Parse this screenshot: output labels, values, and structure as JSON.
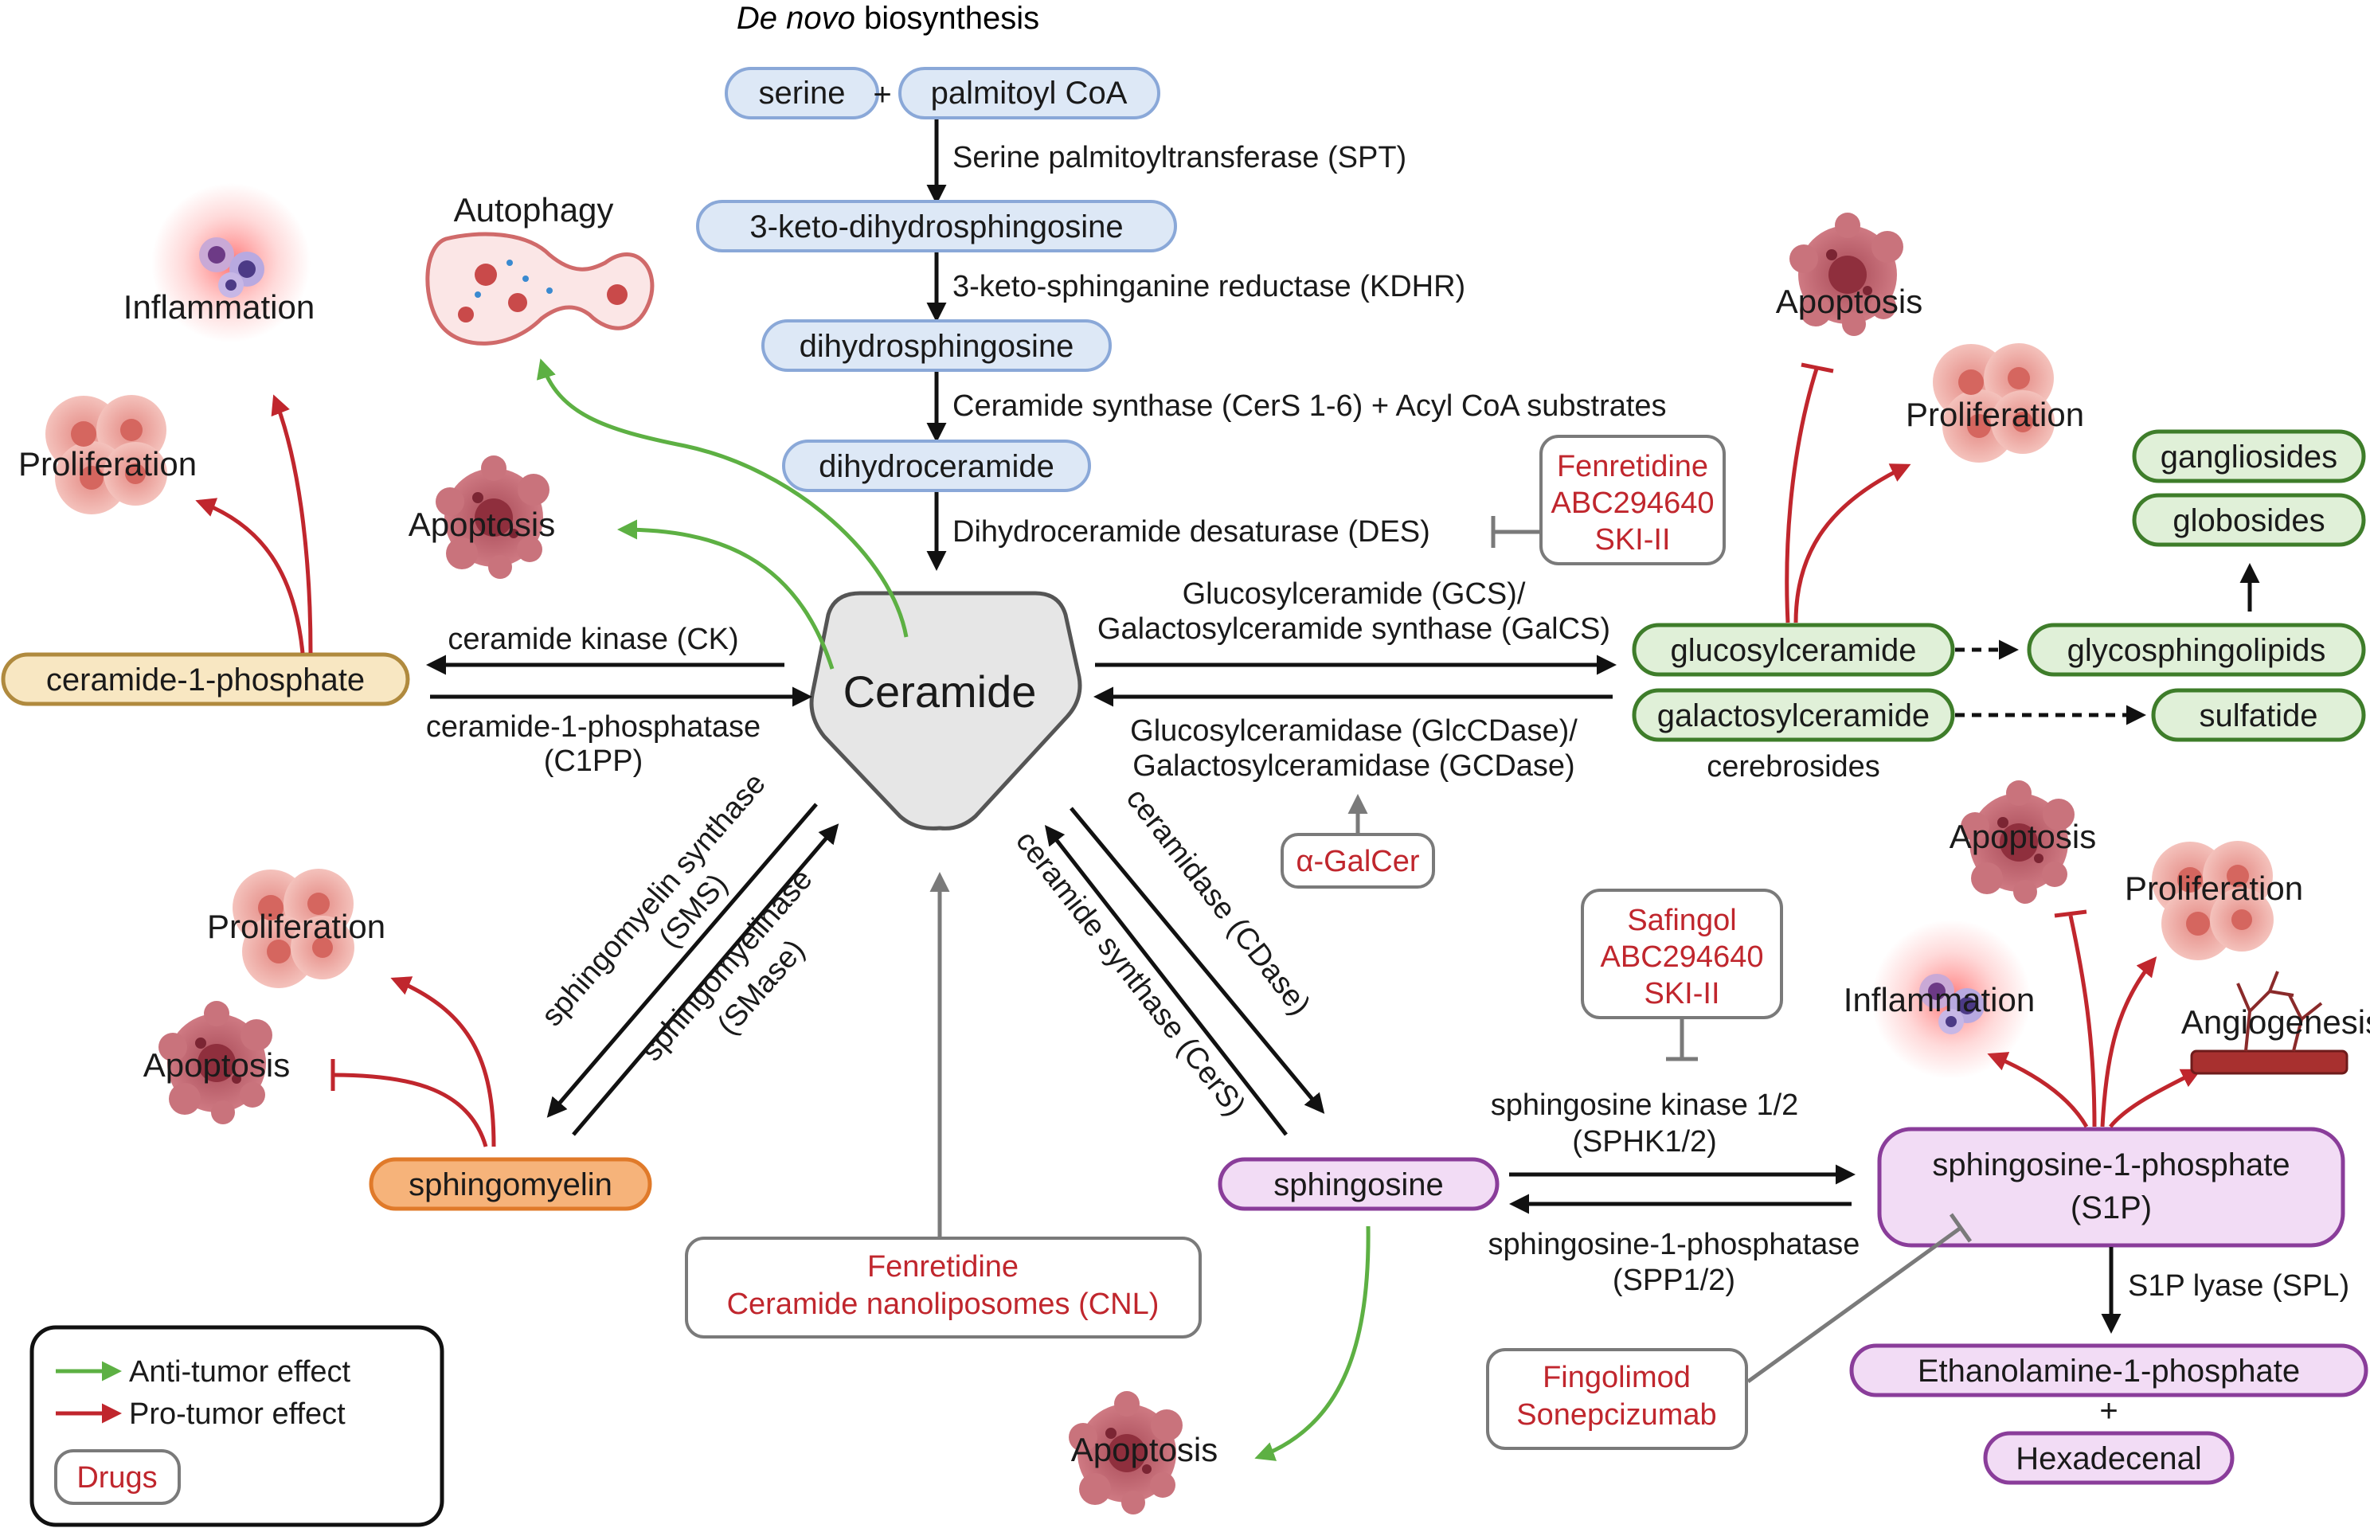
{
  "title_italic": "De novo",
  "title_rest": " biosynthesis",
  "nodes": {
    "serine": "serine",
    "plus1": "+",
    "palmitoyl": "palmitoyl CoA",
    "keto": "3-keto-dihydrosphingosine",
    "dihydrosph": "dihydrosphingosine",
    "dihydrocer": "dihydroceramide",
    "ceramide": "Ceramide",
    "c1p": "ceramide-1-phosphate",
    "glucosyl": "glucosylceramide",
    "galactosyl": "galactosylceramide",
    "cerebrosides": "cerebrosides",
    "glyco": "glycosphingolipids",
    "sulfatide": "sulfatide",
    "gangliosides": "gangliosides",
    "globosides": "globosides",
    "sphingomyelin": "sphingomyelin",
    "sphingosine": "sphingosine",
    "s1p_1": "sphingosine-1-phosphate",
    "s1p_2": "(S1P)",
    "etha": "Ethanolamine-1-phosphate",
    "plus2": "+",
    "hexa": "Hexadecenal"
  },
  "enzymes": {
    "spt": "Serine palmitoyltransferase (SPT)",
    "kdhr": "3-keto-sphinganine reductase (KDHR)",
    "cers16": "Ceramide synthase (CerS 1-6) + Acyl CoA substrates",
    "des": "Dihydroceramide desaturase (DES)",
    "ck": "ceramide kinase (CK)",
    "c1pp_1": "ceramide-1-phosphatase",
    "c1pp_2": "(C1PP)",
    "gcs_1": "Glucosylceramide (GCS)/",
    "gcs_2": "Galactosylceramide synthase (GalCS)",
    "glcc_1": "Glucosylceramidase (GlcCDase)/",
    "glcc_2": "Galactosylceramidase (GCDase)",
    "sms_1": "sphingomyelin synthase",
    "sms_2": "(SMS)",
    "smase_1": "sphingomyelinase",
    "smase_2": "(SMase)",
    "cdase": "ceramidase (CDase)",
    "cers": "ceramide synthase (CerS)",
    "sphk_1": "sphingosine kinase 1/2",
    "sphk_2": "(SPHK1/2)",
    "spp_1": "sphingosine-1-phosphatase",
    "spp_2": "(SPP1/2)",
    "spl": "S1P lyase (SPL)"
  },
  "drugs": {
    "des": [
      "Fenretidine",
      "ABC294640",
      "SKI-II"
    ],
    "agalcer": [
      "α-GalCer"
    ],
    "sphk": [
      "Safingol",
      "ABC294640",
      "SKI-II"
    ],
    "cnl": [
      "Fenretidine",
      "Ceramide nanoliposomes (CNL)"
    ],
    "s1p": [
      "Fingolimod",
      "Sonepcizumab"
    ]
  },
  "effects": {
    "autophagy": "Autophagy",
    "inflammation_l": "Inflammation",
    "proliferation_l": "Proliferation",
    "apoptosis_cer": "Apoptosis",
    "apoptosis_glc": "Apoptosis",
    "proliferation_glc": "Proliferation",
    "proliferation_sm": "Proliferation",
    "apoptosis_sm": "Apoptosis",
    "apoptosis_s1p": "Apoptosis",
    "proliferation_s1p": "Proliferation",
    "inflammation_s1p": "Inflammation",
    "angiogenesis": "Angiogenesis",
    "apoptosis_sph": "Apoptosis"
  },
  "legend": {
    "anti": "Anti-tumor effect",
    "pro": "Pro-tumor effect",
    "drugs": "Drugs"
  },
  "colors": {
    "anti": "#5db043",
    "pro": "#c0262d",
    "drug": "#c0262d",
    "blue_fill": "#dde8f6",
    "blue_stroke": "#8aa8d8",
    "green_fill": "#e0f0d8",
    "green_stroke": "#3e7d2a",
    "purple_fill": "#f2dcf5",
    "purple_stroke": "#8a3d9a",
    "orange_fill": "#f6b37a",
    "orange_stroke": "#e07a2a",
    "tan_fill": "#f8e7c2",
    "tan_stroke": "#b08a3e"
  }
}
